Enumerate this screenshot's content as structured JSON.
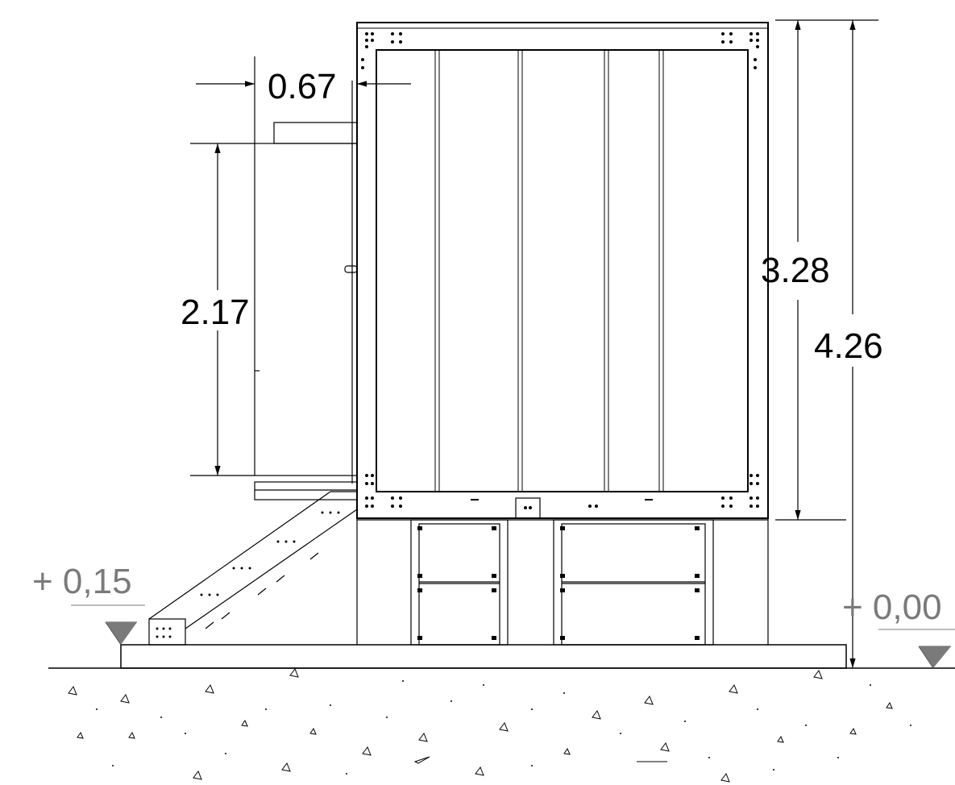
{
  "drawing": {
    "dimensions": {
      "width_side": "0.67",
      "side_height": "2.17",
      "body_height": "3.28",
      "total_height": "4.26"
    },
    "levels": {
      "left": "+ 0,15",
      "right": "+ 0,00"
    }
  }
}
